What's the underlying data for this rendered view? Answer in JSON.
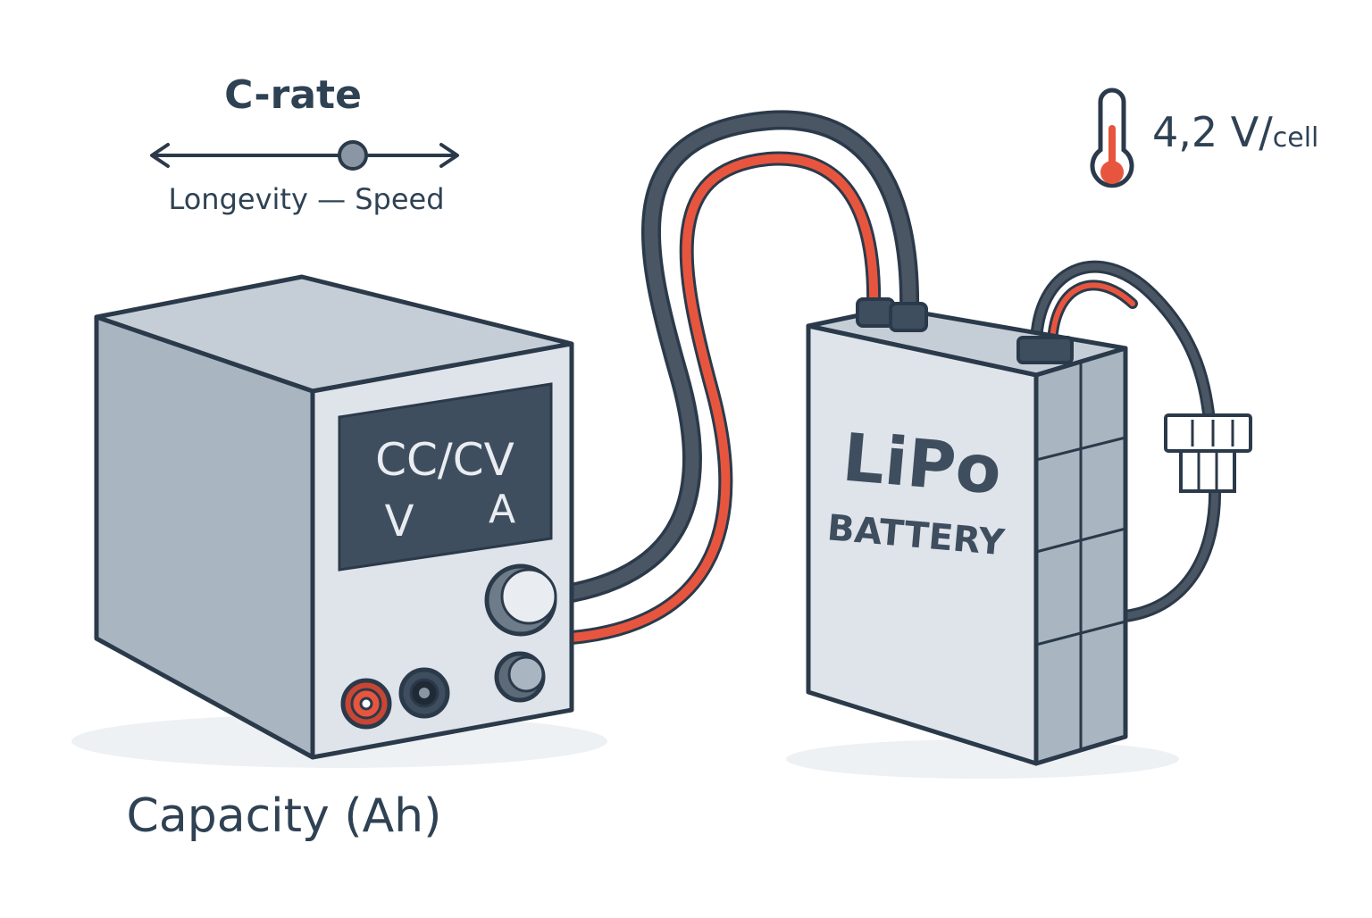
{
  "crate": {
    "title": "C-rate",
    "scale_label": "Longevity — Speed"
  },
  "thermometer": {
    "voltage_value": "4,2 V/",
    "voltage_unit": "cell"
  },
  "charger": {
    "display_line1": "CC/CV",
    "display_volts": "V",
    "display_amps": "A"
  },
  "battery": {
    "label_line1": "LiPo",
    "label_line2": "BATTERY"
  },
  "capacity": {
    "label": "Capacity (Ah)"
  },
  "colors": {
    "outline": "#2b3a4a",
    "text": "#2f4254",
    "red_wire": "#e8553f",
    "dark_wire": "#4a5663",
    "charger_body": "#a9b5c0",
    "battery_body": "#dfe4ea",
    "screen": "#3e4e5f"
  },
  "icons": [
    "thermometer-icon",
    "slider-knob-icon",
    "left-arrow-icon",
    "right-arrow-icon",
    "balance-connector-icon"
  ]
}
